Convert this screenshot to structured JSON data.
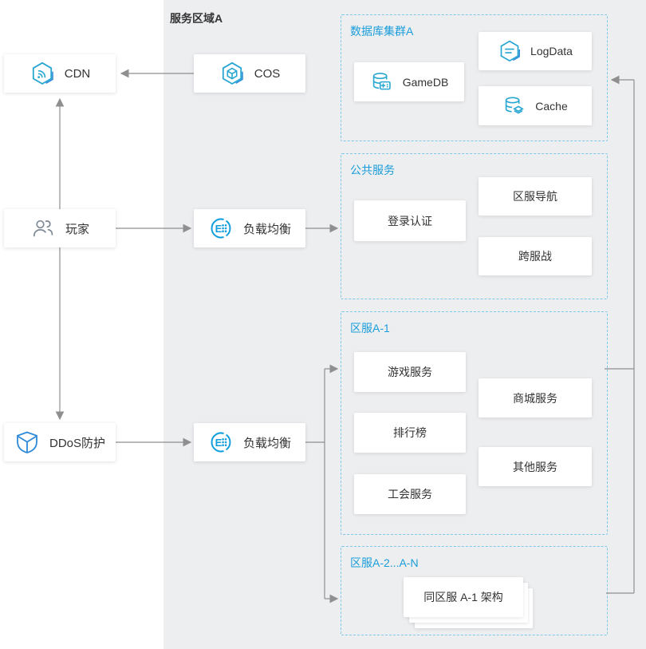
{
  "region": {
    "label": "服务区域A"
  },
  "nodes": {
    "cdn": {
      "label": "CDN"
    },
    "cos": {
      "label": "COS"
    },
    "player": {
      "label": "玩家"
    },
    "clb1": {
      "label": "负载均衡"
    },
    "clb2": {
      "label": "负载均衡"
    },
    "ddos": {
      "label": "DDoS防护"
    }
  },
  "groups": {
    "db": {
      "title": "数据库集群A",
      "items": {
        "gamedb": "GameDB",
        "logdata": "LogData",
        "cache": "Cache"
      }
    },
    "public": {
      "title": "公共服务",
      "items": {
        "login": "登录认证",
        "nav": "区服导航",
        "cross": "跨服战"
      }
    },
    "a1": {
      "title": "区服A-1",
      "items": {
        "game": "游戏服务",
        "rank": "排行榜",
        "guild": "工会服务",
        "mall": "商城服务",
        "other": "其他服务"
      }
    },
    "an": {
      "title": "区服A-2...A-N",
      "card": "同区服 A-1 架构"
    }
  },
  "icons": {
    "cdn": "cdn-hexagon-signal",
    "cos": "cos-hexagon-cube",
    "player": "two-users",
    "clb": "cloud-load-balancer",
    "ddos": "shield",
    "gamedb": "database-gamepad",
    "logdata": "hexagon-log-lines",
    "cache": "database-layers"
  },
  "colors": {
    "region_bg": "#edeef0",
    "dashed_border": "#7ec8ea",
    "group_title": "#1b9ddb",
    "icon_teal": "#27a6d2",
    "icon_blue": "#2f8ad8",
    "line_gray": "#8f8f8f",
    "text": "#333333"
  }
}
